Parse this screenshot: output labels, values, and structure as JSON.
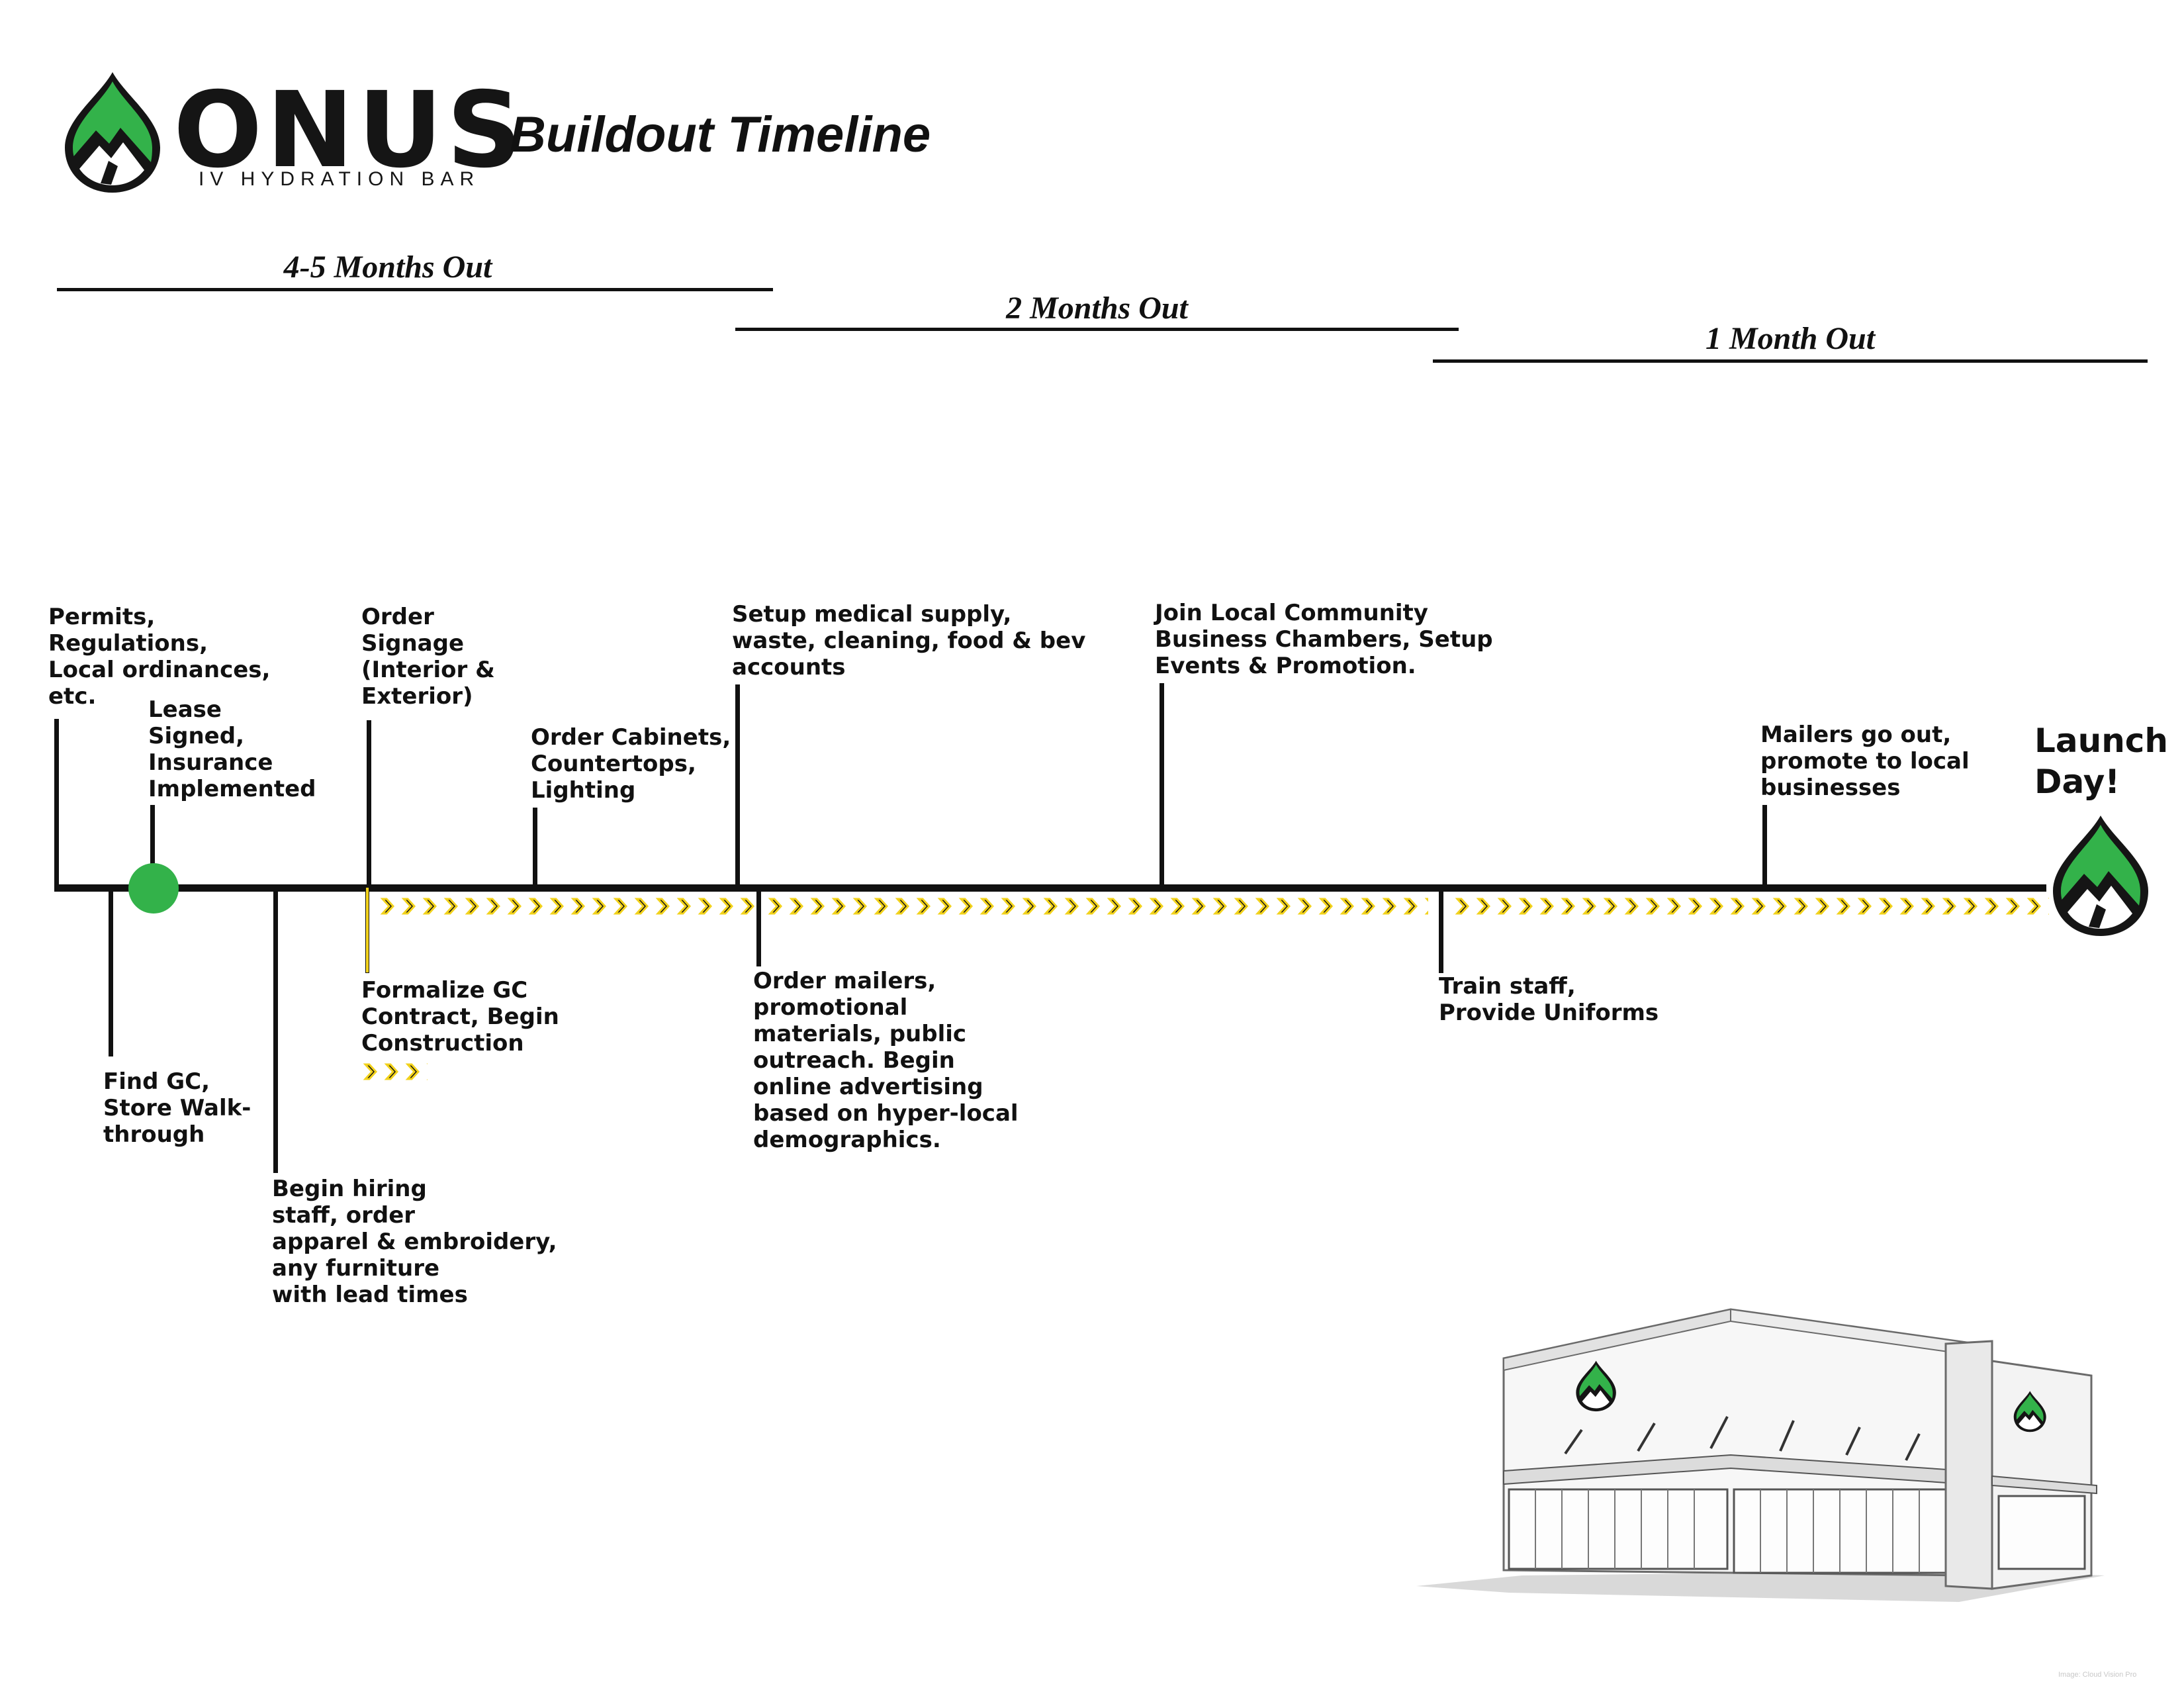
{
  "brand": {
    "name": "ONUS",
    "tagline": "IV HYDRATION BAR",
    "colors": {
      "green": "#33b24a",
      "dark": "#151515",
      "chevron": "#f2d21b"
    }
  },
  "title": "Buildout Timeline",
  "phases": [
    {
      "label": "4-5 Months Out"
    },
    {
      "label": "2 Months Out"
    },
    {
      "label": "1 Month Out"
    }
  ],
  "milestones_above": [
    {
      "text": "Permits,\nRegulations,\nLocal ordinances,\netc."
    },
    {
      "text": "Lease\nSigned,\nInsurance\nImplemented"
    },
    {
      "text": "Order\nSignage\n(Interior &\nExterior)"
    },
    {
      "text": "Order Cabinets,\nCountertops,\nLighting"
    },
    {
      "text": "Setup medical supply,\nwaste, cleaning, food & bev\naccounts"
    },
    {
      "text": "Join Local Community\nBusiness Chambers, Setup\nEvents & Promotion."
    },
    {
      "text": "Mailers go out,\npromote to local\nbusinesses"
    }
  ],
  "milestones_below": [
    {
      "text": "Find GC,\nStore Walk-\nthrough"
    },
    {
      "text": "Begin hiring\nstaff, order\napparel & embroidery,\nany furniture\nwith lead times"
    },
    {
      "text": "Formalize GC\nContract, Begin\nConstruction"
    },
    {
      "text": "Order mailers,\npromotional\nmaterials, public\noutreach. Begin\nonline advertising\nbased on hyper-local\ndemographics."
    },
    {
      "text": "Train staff,\nProvide Uniforms"
    }
  ],
  "launch": {
    "text": "Launch\nDay!"
  },
  "icons": {
    "logo": "onus-drop-logo-icon",
    "launch": "onus-drop-launch-icon",
    "storefront": "storefront-illustration",
    "chevron": "chevron-right-icon"
  },
  "footnote": "Image: Cloud Vision Pro"
}
